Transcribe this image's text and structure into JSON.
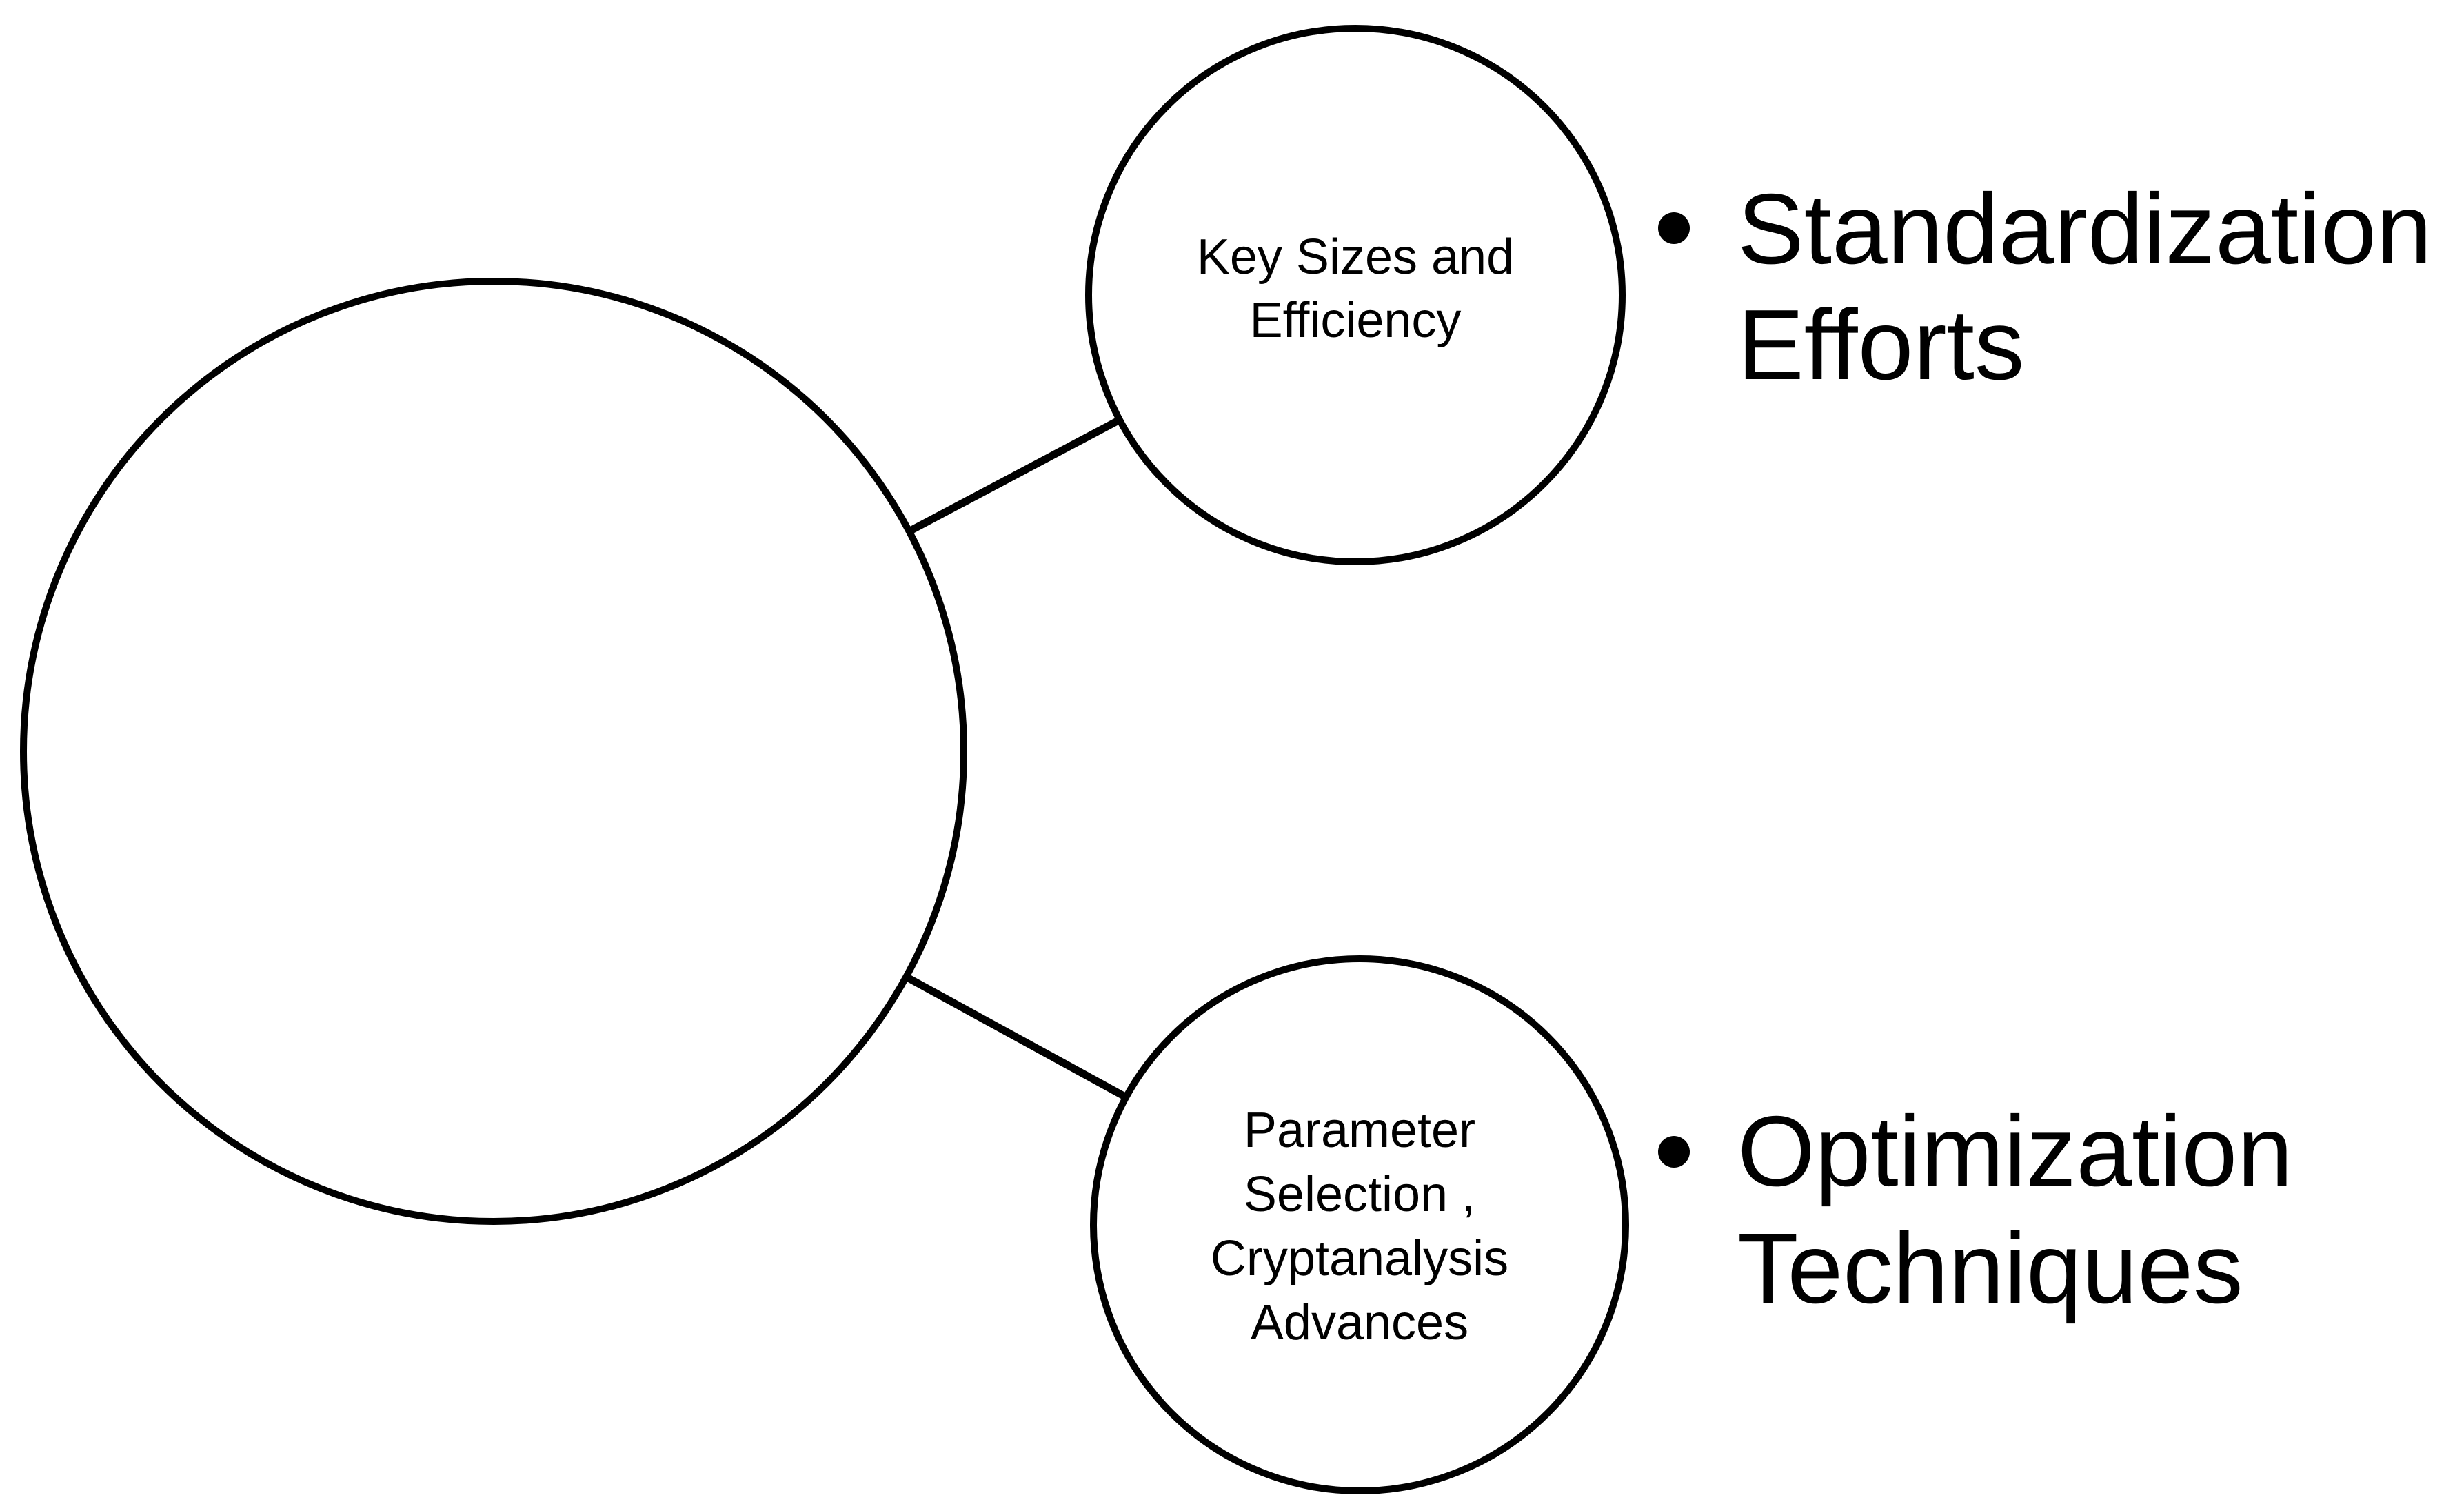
{
  "diagram": {
    "colors": {
      "stroke": "#000000",
      "text": "#000000",
      "background": "#ffffff"
    },
    "center_node": {
      "label": ""
    },
    "branch_nodes": [
      {
        "id": "key-sizes-and-efficiency",
        "lines": [
          "Key Sizes and",
          "Efficiency"
        ]
      },
      {
        "id": "parameter-selection-cryptanalysis-advances",
        "lines": [
          "Parameter",
          "Selection ,",
          "Cryptanalysis",
          "Advances"
        ]
      }
    ],
    "bullet_items": [
      {
        "id": "standardization-efforts",
        "lines": [
          "Standardization",
          "Efforts"
        ]
      },
      {
        "id": "optimization-techniques",
        "lines": [
          "Optimization",
          "Techniques"
        ]
      }
    ]
  }
}
